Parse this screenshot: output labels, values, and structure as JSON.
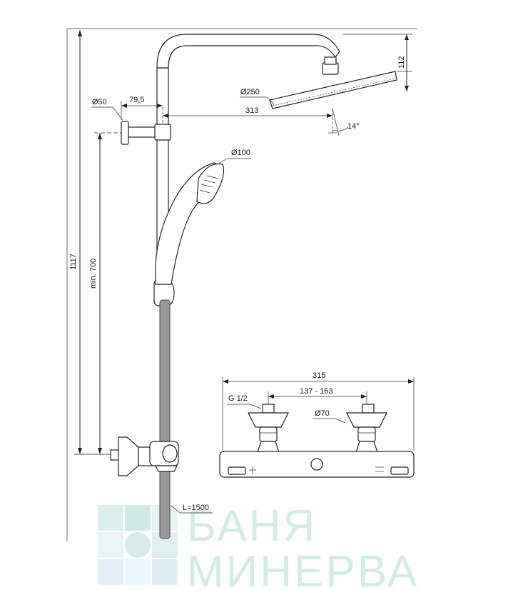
{
  "dimensions": {
    "total_height": "1117",
    "min_height": "min. 700",
    "wall_flange": "Ø50",
    "arm_offset": "79,5",
    "arm_length": "313",
    "head_diameter": "Ø250",
    "head_height": "112",
    "head_angle": "14°",
    "hand_shower": "Ø100",
    "hose_length": "L=1500",
    "mixer_width": "315",
    "thread": "G 1/2",
    "inlet_spacing": "137 - 163",
    "escutcheon": "Ø70"
  },
  "watermark": {
    "line1": "БАНЯ",
    "line2": "МИНЕРВА"
  },
  "colors": {
    "line": "#222222",
    "hose": "#9a9a9a",
    "watermark": "#d4ebe6"
  }
}
